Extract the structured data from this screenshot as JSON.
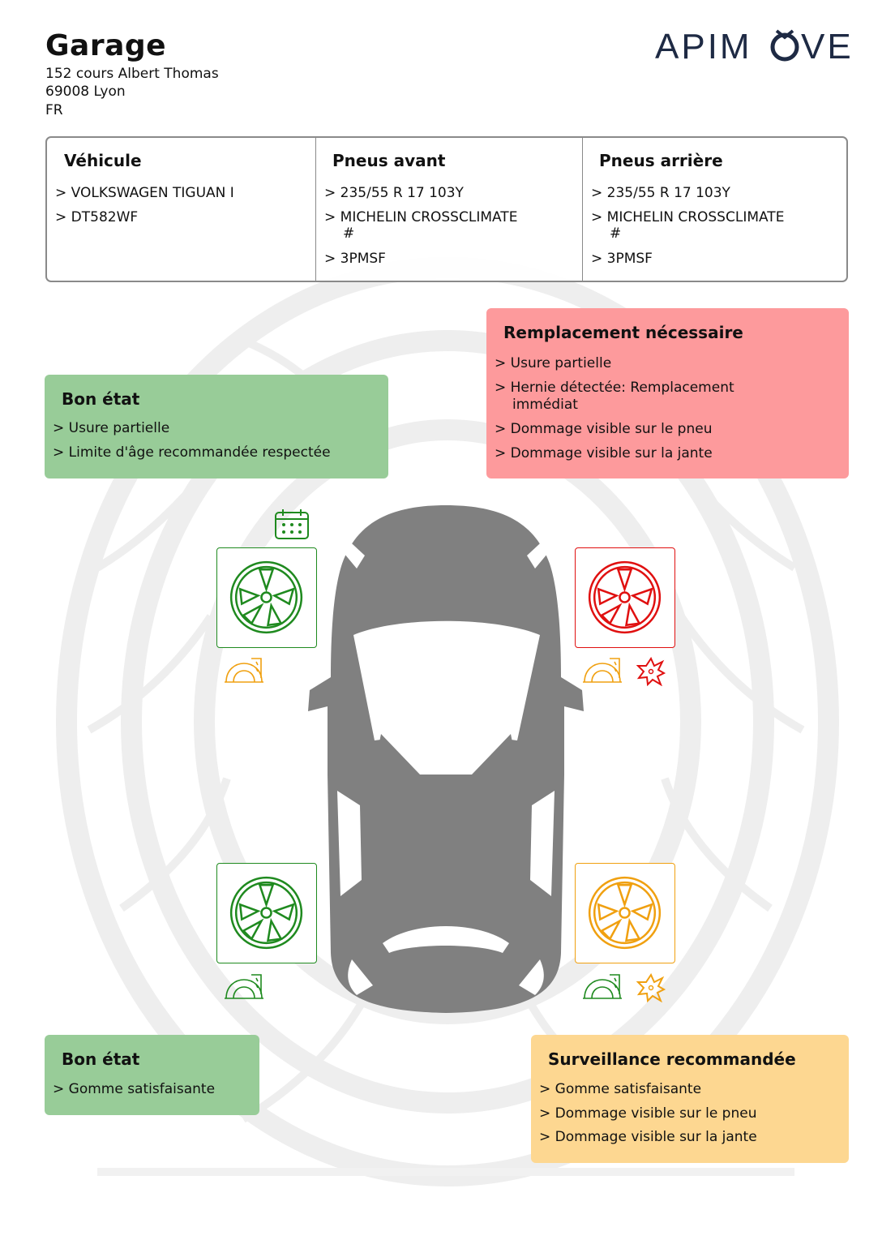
{
  "garage": {
    "title": "Garage",
    "address_line1": "152 cours Albert Thomas",
    "address_line2": "69008 Lyon",
    "address_line3": "FR"
  },
  "brand": {
    "logo_text": "APIMOVE",
    "color": "#1e2a44"
  },
  "info": {
    "vehicle": {
      "header": "Véhicule",
      "lines": [
        "> VOLKSWAGEN TIGUAN I",
        "> DT582WF"
      ]
    },
    "front": {
      "header": "Pneus avant",
      "lines": [
        "> 235/55 R 17 103Y",
        "> MICHELIN CROSSCLIMATE",
        "#",
        "> 3PMSF"
      ]
    },
    "rear": {
      "header": "Pneus arrière",
      "lines": [
        "> 235/55 R 17 103Y",
        "> MICHELIN CROSSCLIMATE",
        "#",
        "> 3PMSF"
      ]
    }
  },
  "status": {
    "front_left": {
      "title": "Bon état",
      "color": "#98cc98",
      "lines": [
        "> Usure partielle",
        "> Limite d'âge recommandée respectée"
      ]
    },
    "front_right": {
      "title": "Remplacement nécessaire",
      "color": "#fd9a9c",
      "lines": [
        "> Usure partielle",
        "> Hernie détectée: Remplacement",
        "immédiat",
        "> Dommage visible sur le pneu",
        "> Dommage visible sur la jante"
      ]
    },
    "rear_left": {
      "title": "Bon état",
      "color": "#98cc98",
      "lines": [
        "> Gomme satisfaisante"
      ]
    },
    "rear_right": {
      "title": "Surveillance recommandée",
      "color": "#fdd791",
      "lines": [
        "> Gomme satisfaisante",
        "> Dommage visible sur le pneu",
        "> Dommage visible sur la jante"
      ]
    }
  },
  "wheels": {
    "front_left": {
      "color": "#1f8a1f",
      "icons": [
        "calendar-icon",
        "tread-icon"
      ]
    },
    "front_right": {
      "color": "#e01010",
      "icons": [
        "tread-icon",
        "damage-icon"
      ]
    },
    "rear_left": {
      "color": "#1f8a1f",
      "icons": [
        "tread-icon"
      ]
    },
    "rear_right": {
      "color": "#f0a010",
      "icons": [
        "tread-icon",
        "damage-icon"
      ]
    }
  },
  "colors": {
    "car": "#808080",
    "orange_icon": "#f0a010",
    "red_icon": "#e01010",
    "green_icon": "#1f8a1f"
  }
}
